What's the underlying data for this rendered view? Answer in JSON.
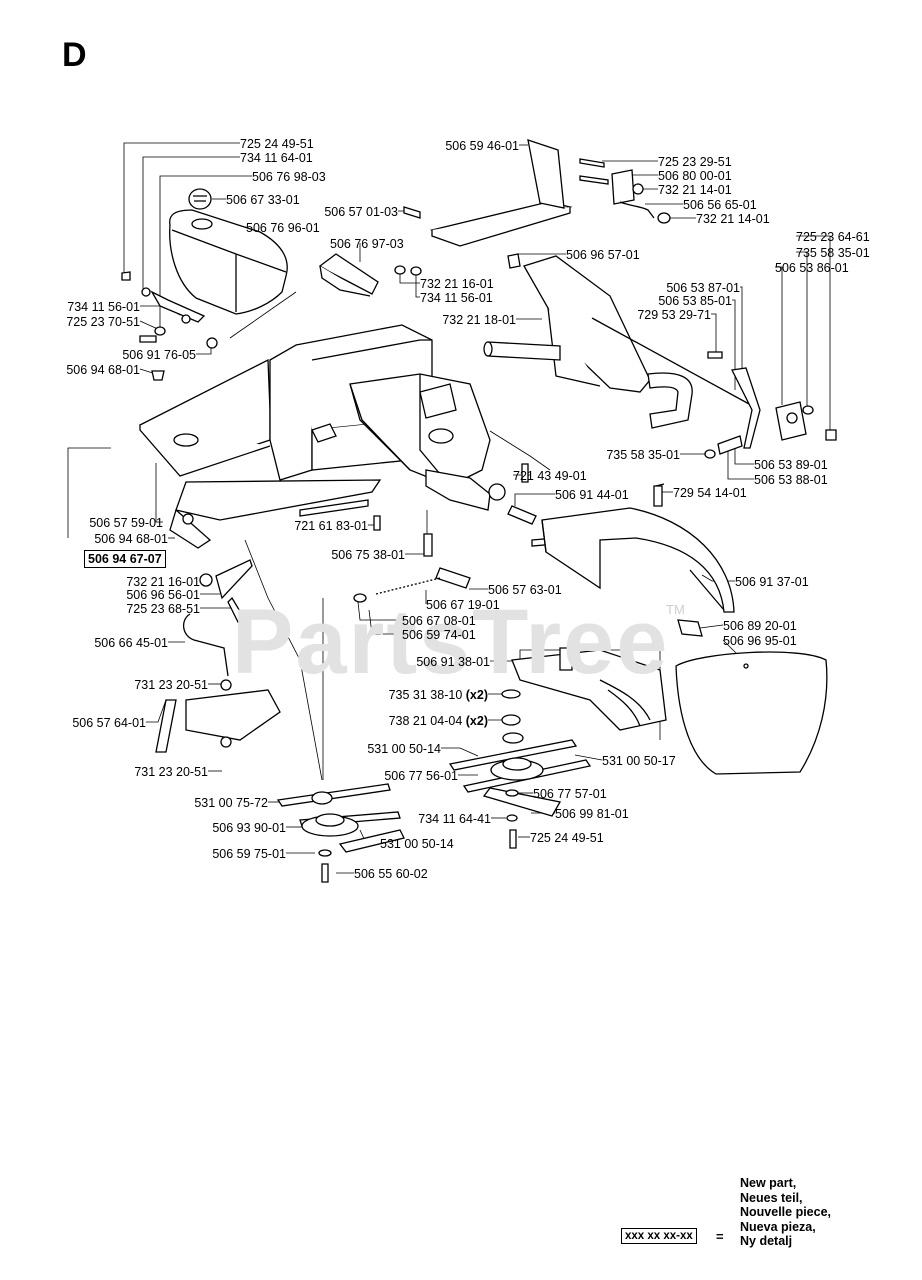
{
  "section": "D",
  "watermark": "PartsTree",
  "watermark_tm": "TM",
  "legend": {
    "lines": [
      "New part,",
      "Neues teil,",
      "Nouvelle piece,",
      "Nueva pieza,",
      "Ny detalj"
    ],
    "box_text": "xxx xx xx-xx",
    "equals": "="
  },
  "labels": [
    {
      "text": "725 24 49-51"
    },
    {
      "text": "734 11 64-01"
    },
    {
      "text": "506 76 98-03"
    },
    {
      "text": "506 67 33-01"
    },
    {
      "text": "506 76 96-01"
    },
    {
      "text": "506 57 01-03"
    },
    {
      "text": "506 59 46-01"
    },
    {
      "text": "725 23 29-51"
    },
    {
      "text": "506 80 00-01"
    },
    {
      "text": "732 21 14-01"
    },
    {
      "text": "506 56 65-01"
    },
    {
      "text": "732 21 14-01"
    },
    {
      "text": "725 23 64-61"
    },
    {
      "text": "735 58 35-01"
    },
    {
      "text": "506 53 86-01"
    },
    {
      "text": "506 76 97-03"
    },
    {
      "text": "506 96 57-01"
    },
    {
      "text": "732 21 16-01"
    },
    {
      "text": "734 11 56-01"
    },
    {
      "text": "734 11 56-01"
    },
    {
      "text": "725 23 70-51"
    },
    {
      "text": "506 53 87-01"
    },
    {
      "text": "506 53 85-01"
    },
    {
      "text": "729 53 29-71"
    },
    {
      "text": "506 91 76-05"
    },
    {
      "text": "732 21 18-01"
    },
    {
      "text": "506 94 68-01"
    },
    {
      "text": "735 58 35-01"
    },
    {
      "text": "506 53 89-01"
    },
    {
      "text": "506 53 88-01"
    },
    {
      "text": "721 43 49-01"
    },
    {
      "text": "729 54 14-01"
    },
    {
      "text": "506 91 44-01"
    },
    {
      "text": "506 57 59-01"
    },
    {
      "text": "506 94 68-01"
    },
    {
      "text": "721 61 83-01"
    },
    {
      "text": "506 94 67-07",
      "boxed": true
    },
    {
      "text": "506 75 38-01"
    },
    {
      "text": "732 21 16-01"
    },
    {
      "text": "506 96 56-01"
    },
    {
      "text": "725 23 68-51"
    },
    {
      "text": "506 57 63-01"
    },
    {
      "text": "506 91 37-01"
    },
    {
      "text": "506 67 19-01"
    },
    {
      "text": "506 67 08-01"
    },
    {
      "text": "506 59 74-01"
    },
    {
      "text": "506 66 45-01"
    },
    {
      "text": "506 89 20-01"
    },
    {
      "text": "506 96 95-01"
    },
    {
      "text": "506 91 38-01"
    },
    {
      "text": "731 23 20-51"
    },
    {
      "text": "735 31 38-10",
      "qty": "(x2)"
    },
    {
      "text": "506 57 64-01"
    },
    {
      "text": "738 21 04-04",
      "qty": "(x2)"
    },
    {
      "text": "531 00 50-14"
    },
    {
      "text": "531 00 50-17"
    },
    {
      "text": "731 23 20-51"
    },
    {
      "text": "506 77 56-01"
    },
    {
      "text": "506 77 57-01"
    },
    {
      "text": "531 00 75-72"
    },
    {
      "text": "506 99 81-01"
    },
    {
      "text": "734 11 64-41"
    },
    {
      "text": "506 93 90-01"
    },
    {
      "text": "725 24 49-51"
    },
    {
      "text": "531 00 50-14"
    },
    {
      "text": "506 59 75-01"
    },
    {
      "text": "506 55 60-02"
    }
  ]
}
